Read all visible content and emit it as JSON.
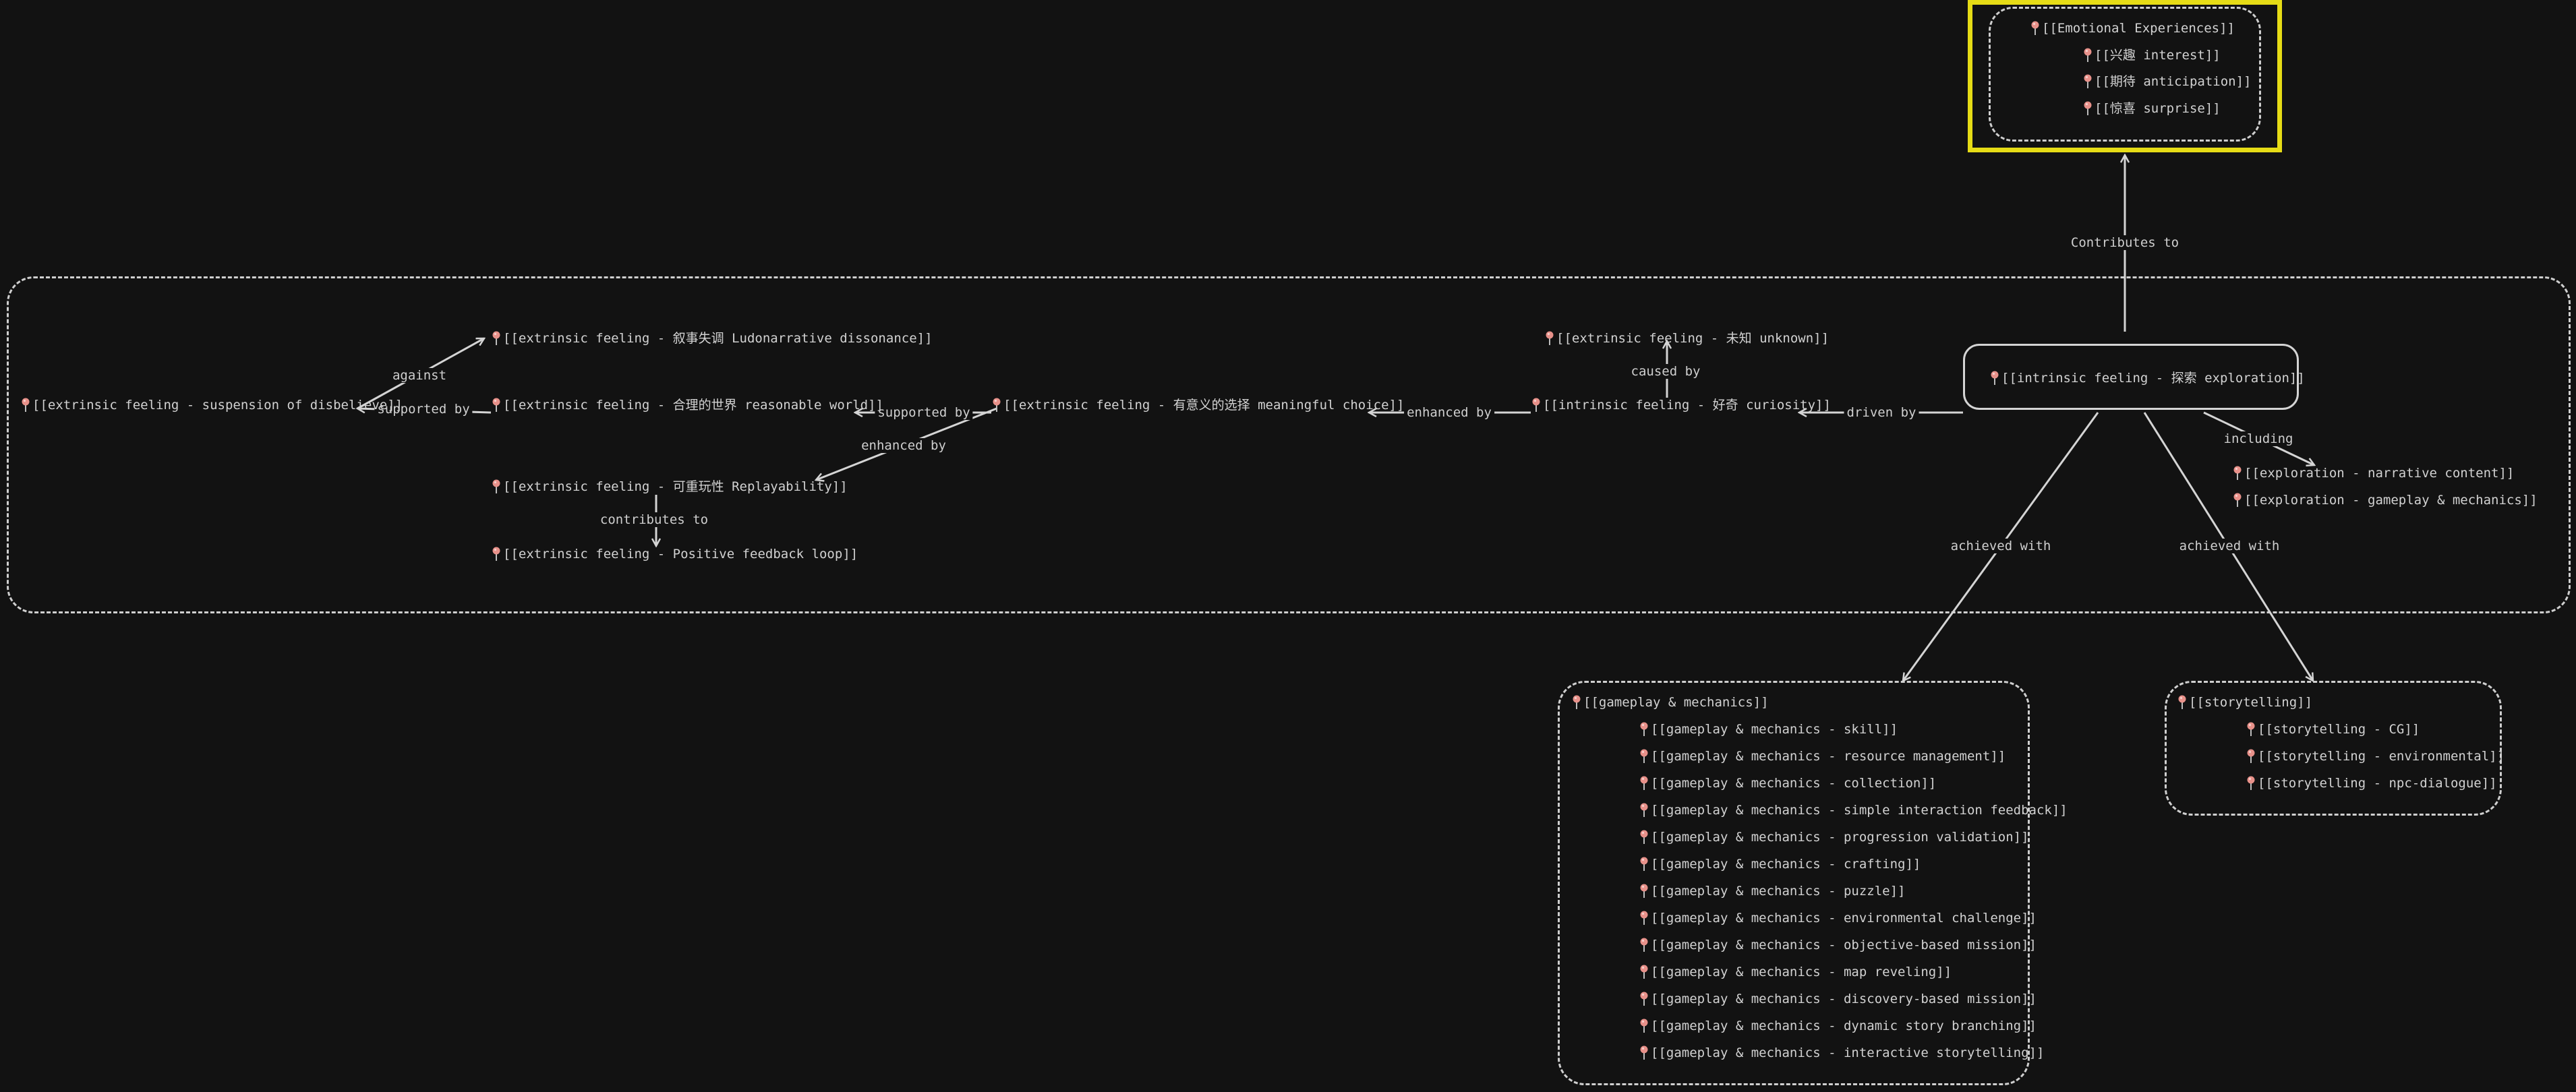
{
  "nodes": {
    "emotional": "[[Emotional Experiences]]",
    "interest": "[[兴趣 interest]]",
    "anticipation": "[[期待 anticipation]]",
    "surprise": "[[惊喜 surprise]]",
    "exploration": "[[intrinsic feeling - 探索 exploration]]",
    "unknown": "[[extrinsic feeling - 未知 unknown]]",
    "curiosity": "[[intrinsic feeling - 好奇 curiosity]]",
    "meaningful_choice": "[[extrinsic feeling - 有意义的选择 meaningful choice]]",
    "reasonable_world": "[[extrinsic feeling - 合理的世界 reasonable world]]",
    "ludonarrative": "[[extrinsic feeling - 叙事失调 Ludonarrative dissonance]]",
    "suspension": "[[extrinsic feeling - suspension of disbelieve]]",
    "replayability": "[[extrinsic feeling - 可重玩性 Replayability]]",
    "feedback_loop": "[[extrinsic feeling - Positive feedback loop]]",
    "narrative_content": "[[exploration - narrative content]]",
    "gameplay_exploration": "[[exploration - gameplay & mechanics]]",
    "gameplay": "[[gameplay & mechanics]]",
    "storytelling": "[[storytelling]]"
  },
  "gameplay_items": [
    "[[gameplay & mechanics - skill]]",
    "[[gameplay & mechanics - resource management]]",
    "[[gameplay & mechanics - collection]]",
    "[[gameplay & mechanics - simple interaction feedback]]",
    "[[gameplay & mechanics - progression validation]]",
    "[[gameplay & mechanics - crafting]]",
    "[[gameplay & mechanics - puzzle]]",
    "[[gameplay & mechanics - environmental challenge]]",
    "[[gameplay & mechanics - objective-based mission]]",
    "[[gameplay & mechanics - map reveling]]",
    "[[gameplay & mechanics - discovery-based mission]]",
    "[[gameplay & mechanics - dynamic story branching]]",
    "[[gameplay & mechanics - interactive storytelling]]"
  ],
  "storytelling_items": [
    "[[storytelling - CG]]",
    "[[storytelling - environmental]]",
    "[[storytelling - npc-dialogue]]"
  ],
  "edge_labels": {
    "contributes_to": "Contributes to",
    "caused_by": "caused by",
    "driven_by": "driven by",
    "enhanced_by_choice": "enhanced by",
    "supported_by_world": "supported by",
    "enhanced_by_replay": "enhanced by",
    "against": "against",
    "supported_by_suspension": "supported by",
    "contributes_to_loop": "contributes to",
    "including": "including",
    "achieved_with_gameplay": "achieved with",
    "achieved_with_storytelling": "achieved with"
  },
  "colors": {
    "background": "#121212",
    "highlight": "#e6dc16",
    "pin_head": "#e8918a",
    "line": "#d4d4d4"
  },
  "icons": {
    "node_pin": "pushpin-icon"
  }
}
